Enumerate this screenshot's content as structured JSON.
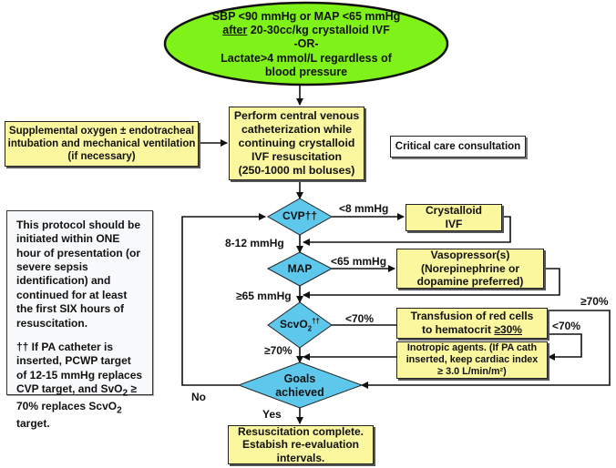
{
  "start": {
    "line1": "SBP <90 mmHg or MAP <65 mmHg",
    "line2_underlined": "after",
    "line2_rest": " 20-30cc/kg crystalloid IVF",
    "line3": "-OR-",
    "line4": "Lactate>4 mmol/L regardless of",
    "line5": "blood pressure",
    "color": "#7ff21a"
  },
  "oxygen_box": [
    "Supplemental oxygen ± endotracheal",
    "intubation and mechanical ventilation",
    "(if necessary)"
  ],
  "central_box": [
    "Perform central venous",
    "catheterization while",
    "continuing crystalloid",
    "IVF resuscitation",
    "(250-1000 ml boluses)"
  ],
  "consult_box": "Critical care consultation",
  "note": {
    "para1": "This protocol should be initiated within ONE hour of presentation (or severe sepsis identification) and continued for at least the first SIX hours of resuscitation.",
    "para2_prefix": "†† If PA catheter is inserted, PCWP target of 12-15 mmHg replaces CVP target, and SvO",
    "para2_sub1": "2",
    "para2_mid": " ≥ 70% replaces ScvO",
    "para2_sub2": "2",
    "para2_suffix": " target."
  },
  "decisions": {
    "cvp": "CVP††",
    "map": "MAP",
    "scvo2": "ScvO",
    "scvo2_sub": "2",
    "scvo2_sup": "††",
    "goals": [
      "Goals",
      "achieved"
    ],
    "color": "#5ec8ec"
  },
  "actions": {
    "crystalloid": [
      "Crystalloid",
      "IVF"
    ],
    "vasopressor": [
      "Vasopressor(s)",
      "(Norepinephrine or",
      "dopamine preferred)"
    ],
    "transfusion_line1": "Transfusion of red cells",
    "transfusion_line2_prefix": "to hematocrit ",
    "transfusion_line2_value": "≥30%",
    "inotropic": [
      "Inotropic agents. (If PA cath",
      "inserted, keep cardiac index"
    ],
    "inotropic_line3": "≥ 3.0 L/min/m²)",
    "color": "#fbf79e"
  },
  "edge_labels": {
    "cvp_low": "<8 mmHg",
    "cvp_ok": "8-12 mmHg",
    "map_low": "<65 mmHg",
    "map_ok": "≥65 mmHg",
    "scvo2_low": "<70%",
    "scvo2_ok": "≥70%",
    "post_transfusion_high": "≥70%",
    "post_transfusion_low": "<70%",
    "no": "No",
    "yes": "Yes"
  },
  "end_box": [
    "Resuscitation complete.",
    "Estabish re-evaluation",
    "intervals."
  ]
}
